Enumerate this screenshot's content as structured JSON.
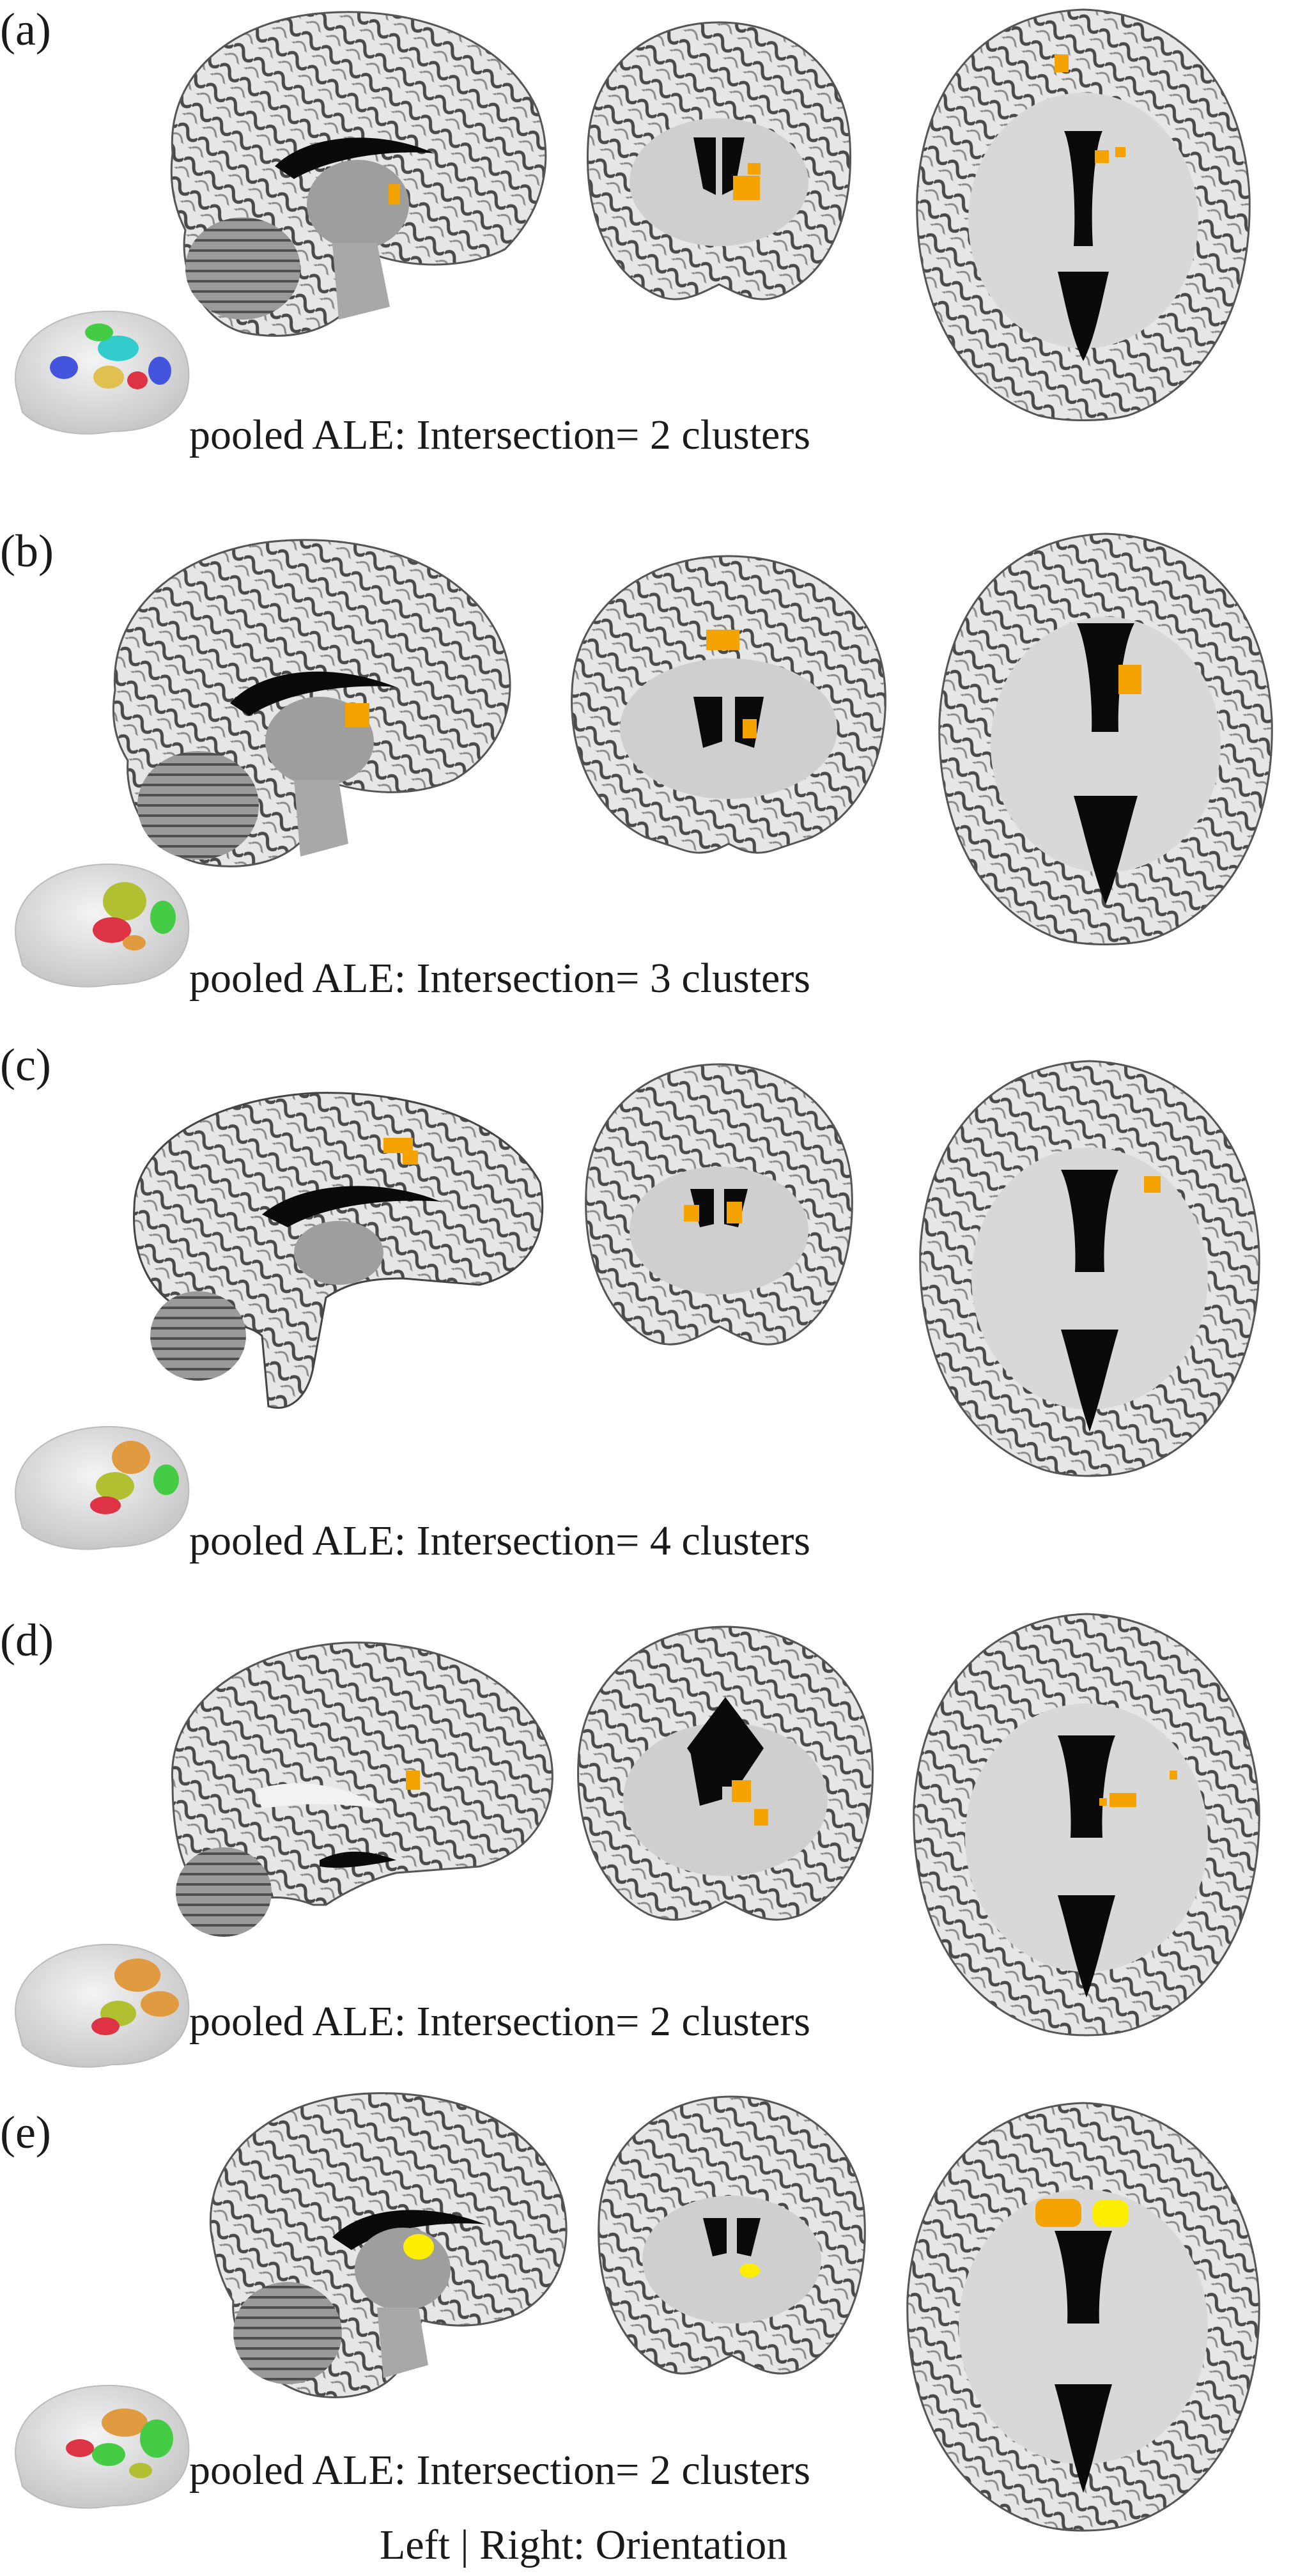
{
  "figure": {
    "panels": [
      {
        "label": "(a)",
        "caption": "pooled ALE: Intersection= 2 clusters"
      },
      {
        "label": "(b)",
        "caption": "pooled ALE: Intersection= 3 clusters"
      },
      {
        "label": "(c)",
        "caption": "pooled ALE: Intersection= 4 clusters"
      },
      {
        "label": "(d)",
        "caption": "pooled ALE: Intersection= 2 clusters"
      },
      {
        "label": "(e)",
        "caption": "pooled ALE: Intersection= 2 clusters"
      }
    ],
    "footer": "Left | Right: Orientation"
  },
  "colors": {
    "cortex": "#bdbdbd",
    "sulci": "#3a3a3a",
    "white_matter": "#e9e9e9",
    "ventricle": "#0a0a0a",
    "cluster_orange": "#f5a300",
    "cluster_yellow": "#ffee00",
    "render_blue": "#4455dd",
    "render_cyan": "#33cccc",
    "render_green": "#44cc44",
    "render_red": "#dd3344",
    "render_orange": "#e09a40"
  }
}
